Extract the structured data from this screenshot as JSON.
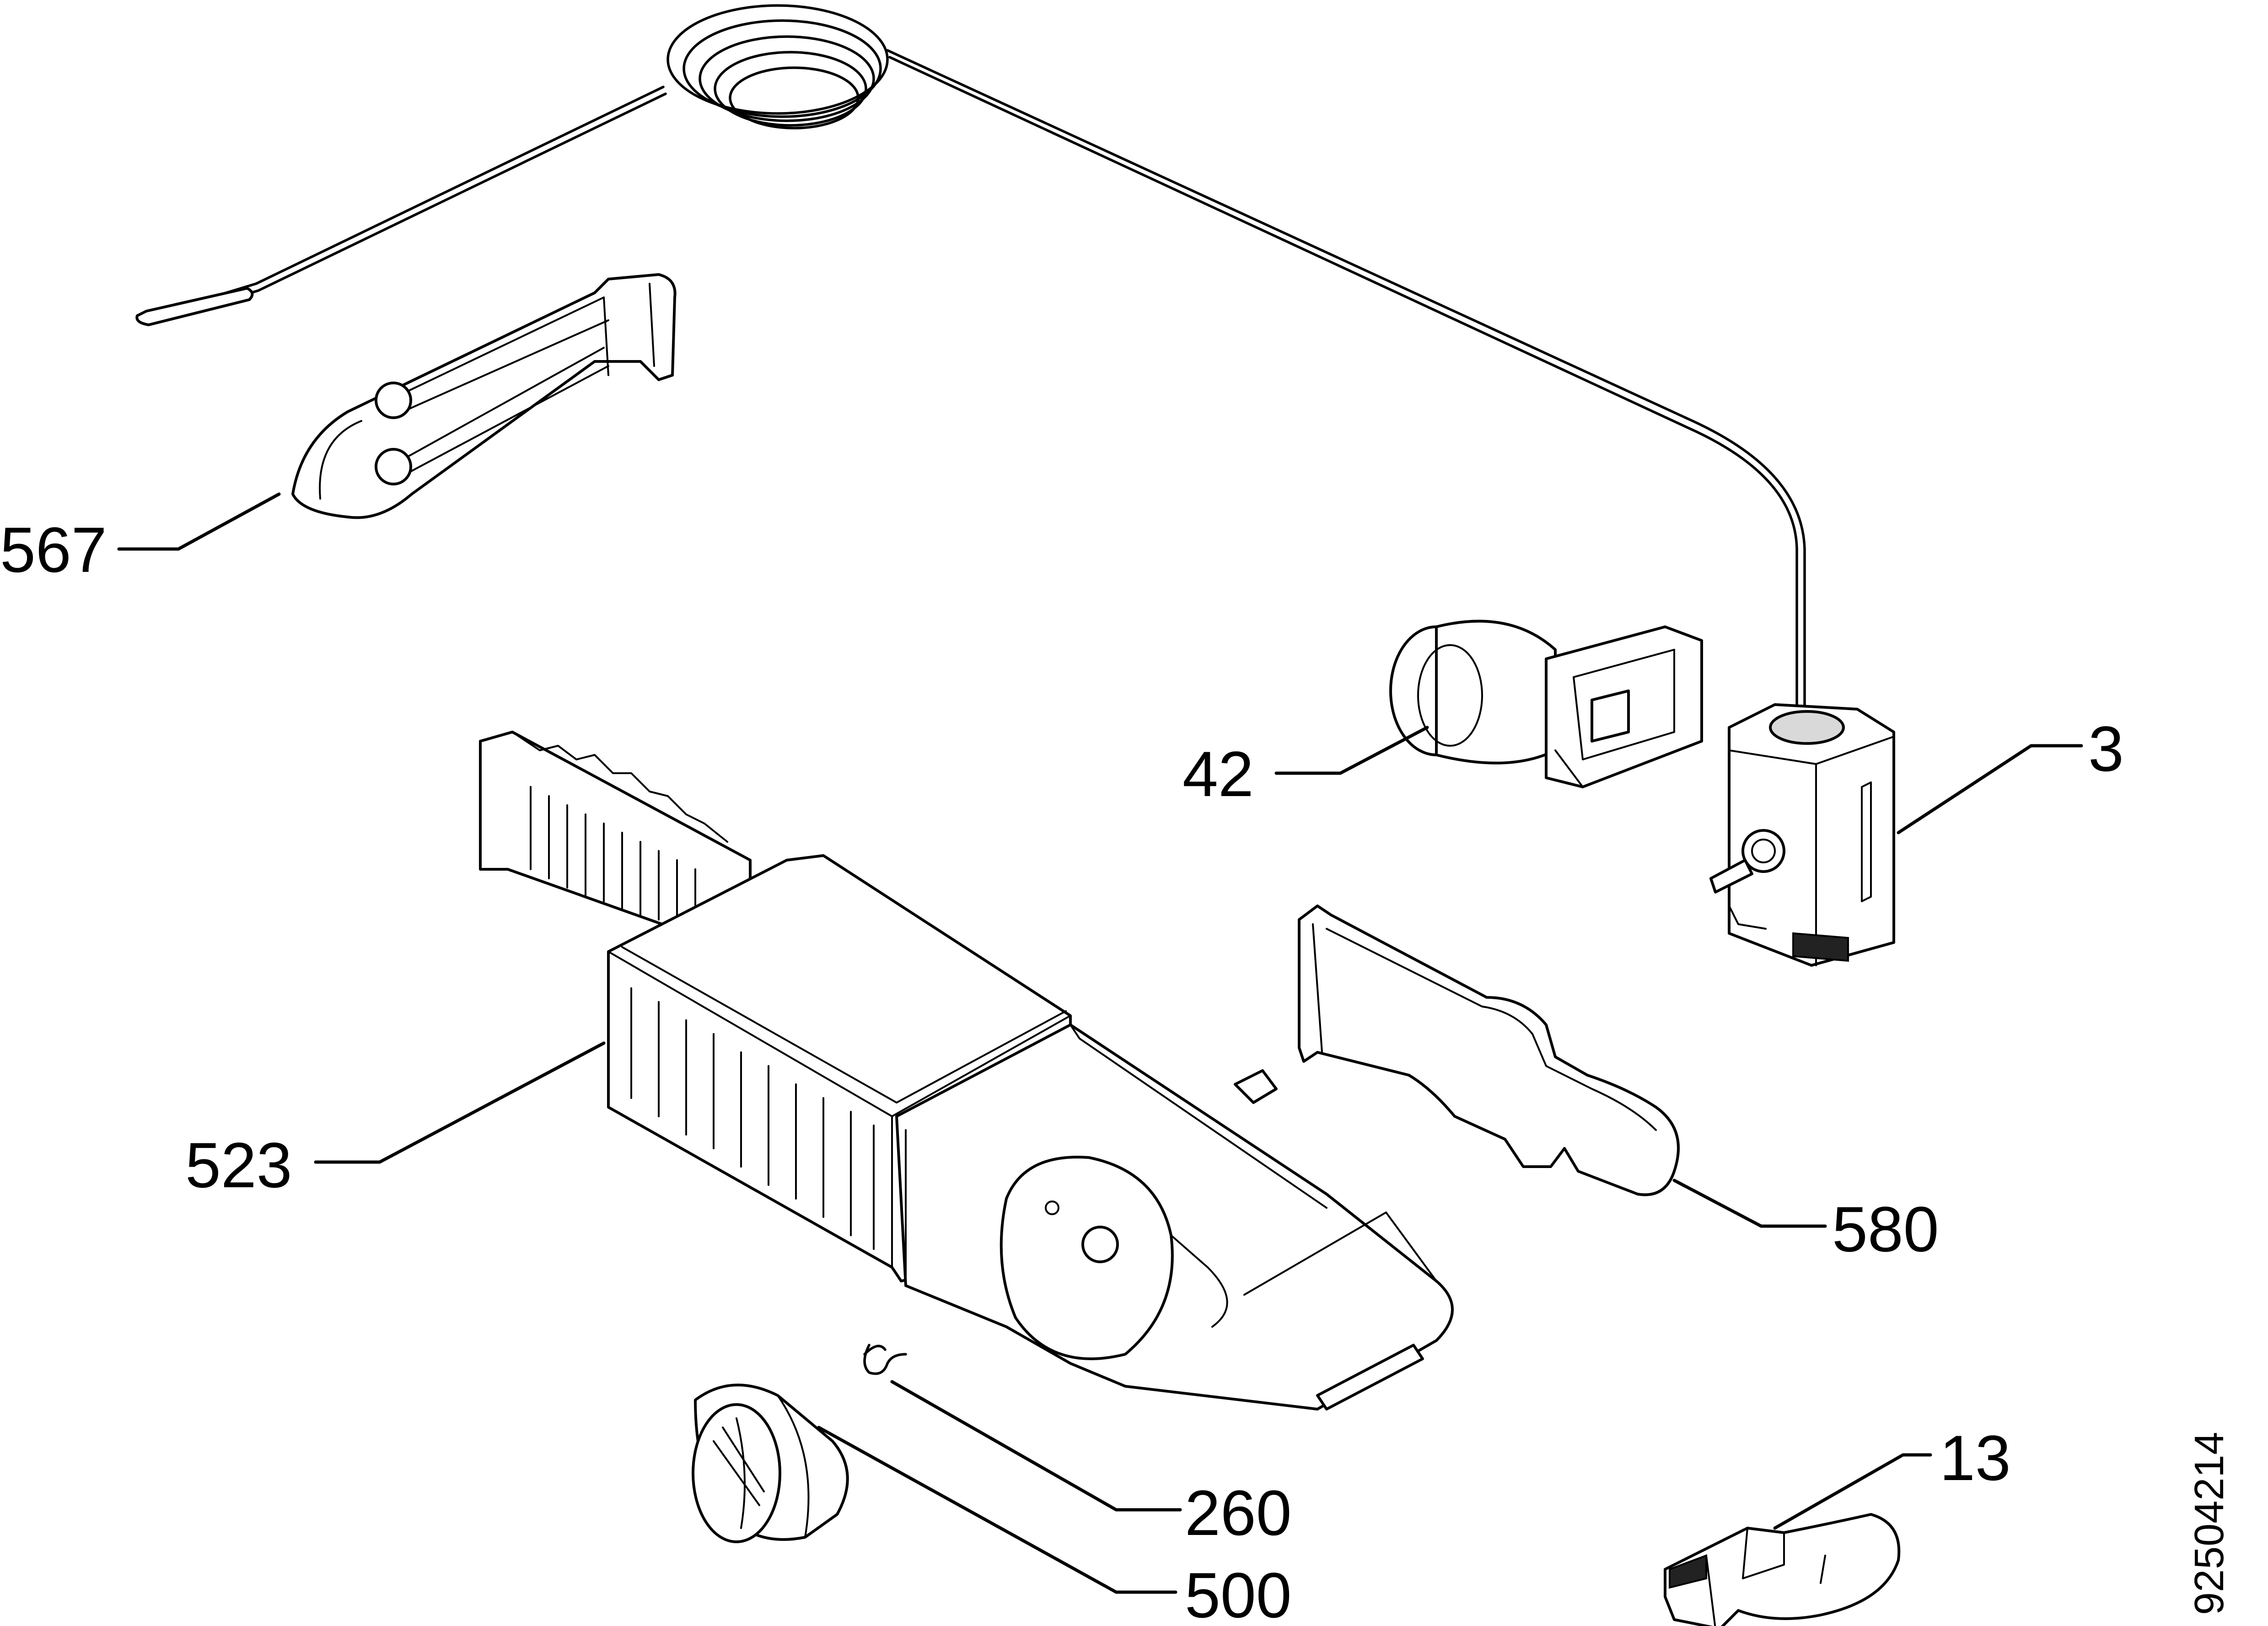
{
  "diagram": {
    "callouts": [
      {
        "id": "thermostat",
        "label": "3"
      },
      {
        "id": "knob-clip",
        "label": "13"
      },
      {
        "id": "lamp-holder",
        "label": "42"
      },
      {
        "id": "spring-clip",
        "label": "260"
      },
      {
        "id": "knob",
        "label": "500"
      },
      {
        "id": "housing",
        "label": "523"
      },
      {
        "id": "sensor-clamp",
        "label": "567"
      },
      {
        "id": "cover-plate",
        "label": "580"
      }
    ],
    "drawing_number": "92504214"
  }
}
